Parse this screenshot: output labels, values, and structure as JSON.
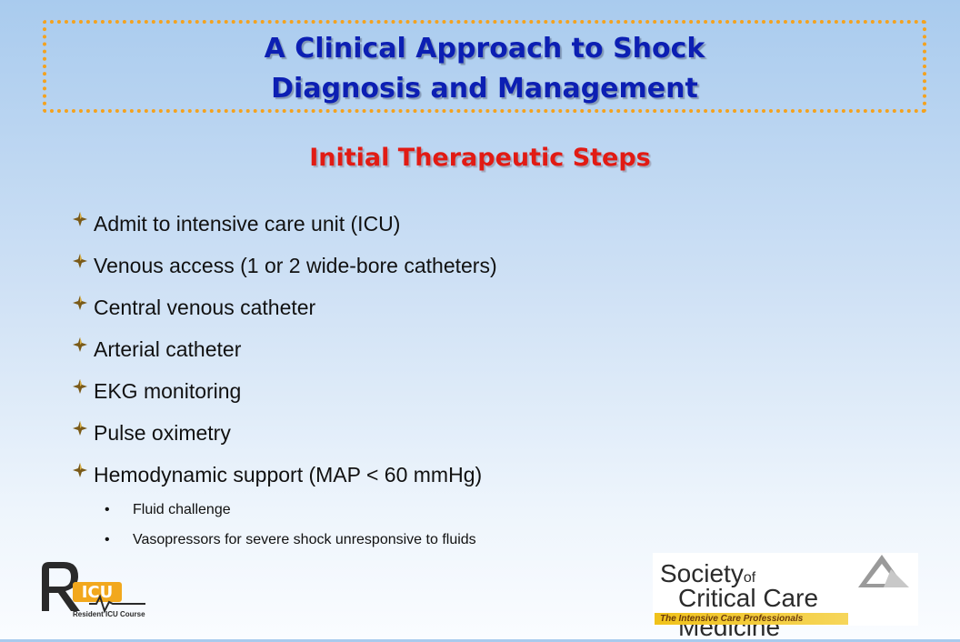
{
  "header": {
    "title_line1": "A Clinical Approach to Shock",
    "title_line2": "Diagnosis and Management"
  },
  "subtitle": "Initial Therapeutic Steps",
  "bullets": [
    "Admit to intensive care unit (ICU)",
    "Venous access (1 or 2 wide-bore catheters)",
    "Central venous catheter",
    "Arterial catheter",
    "EKG monitoring",
    "Pulse oximetry",
    "Hemodynamic support (MAP < 60 mmHg)"
  ],
  "sub_bullets": [
    "Fluid challenge",
    "Vasopressors for severe shock unresponsive to fluids"
  ],
  "logos": {
    "ricu_mark": "ICU",
    "ricu_caption": "Resident ICU Course",
    "sccm_society": "Society",
    "sccm_of": "of",
    "sccm_name": "Critical Care Medicine",
    "sccm_tagline": "The Intensive Care Professionals"
  },
  "colors": {
    "title": "#0c1fb3",
    "subtitle": "#e11b14",
    "border": "#f4a21e"
  }
}
